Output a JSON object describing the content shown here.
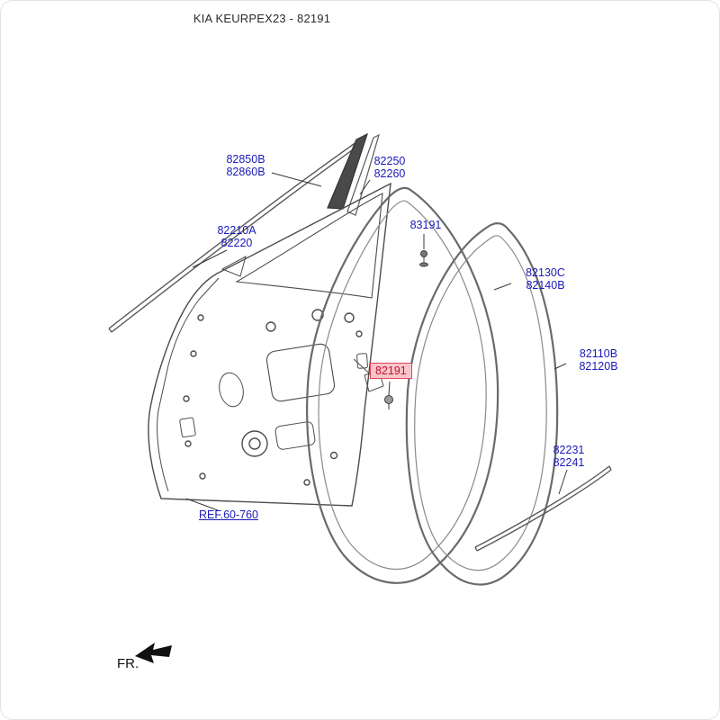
{
  "title": "KIA KEURPEX23 - 82191",
  "colors": {
    "label_blue": "#1a1ab8",
    "highlight_text": "#c41230",
    "highlight_bg": "#f7c6cb",
    "highlight_border": "#e0485a",
    "line_gray": "#5a5a5a"
  },
  "part_labels": [
    {
      "name": "front-door-frame-garnish",
      "lines": [
        "82850B",
        "82860B"
      ]
    },
    {
      "name": "front-door-frame-molding",
      "lines": [
        "82250",
        "82260"
      ]
    },
    {
      "name": "roof-rail-molding",
      "lines": [
        "82210A",
        "82220"
      ]
    },
    {
      "name": "clip",
      "lines": [
        "83191"
      ]
    },
    {
      "name": "door-side-weatherstrip",
      "lines": [
        "82130C",
        "82140B"
      ]
    },
    {
      "name": "door-body-weatherstrip",
      "lines": [
        "82110B",
        "82120B"
      ]
    },
    {
      "name": "door-side-molding",
      "lines": [
        "82231",
        "82241"
      ]
    }
  ],
  "highlight_label": "82191",
  "ref_link": "REF.60-760",
  "fr_label": "FR."
}
